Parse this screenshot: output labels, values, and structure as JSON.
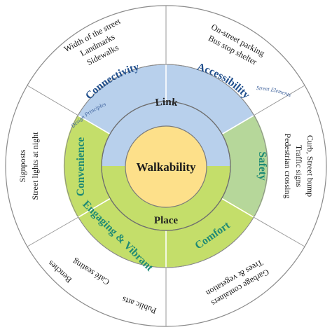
{
  "center": {
    "label": "Walkability"
  },
  "middle_ring": {
    "top_label": "Link",
    "bottom_label": "Place"
  },
  "principles": [
    {
      "key": "connectivity",
      "label": "Connectivity"
    },
    {
      "key": "accessibility",
      "label": "Accessibility"
    },
    {
      "key": "safety",
      "label": "Safety"
    },
    {
      "key": "comfort",
      "label": "Comfort"
    },
    {
      "key": "engaging",
      "label": "Engaging & Vibrant"
    },
    {
      "key": "convenience",
      "label": "Convenience"
    }
  ],
  "ring_tags": {
    "design_principles": "Design Principles",
    "street_elements": "Street Elements"
  },
  "street_elements": {
    "top_left": [
      "Width of the street",
      "Landmarks",
      "Sidewalks"
    ],
    "top_right": [
      "On-street parking",
      "Bus stop shelter"
    ],
    "right": [
      "Curb, Street bump",
      "Traffic signs",
      "Pedestrian crossing"
    ],
    "bottom_right": [
      "Garbage containers",
      "Trees & vegetation"
    ],
    "bottom_left": [
      "Public arts",
      "Café seating",
      "Benches"
    ],
    "left": [
      "Signposts",
      "Street lights at night"
    ]
  },
  "colors": {
    "link_blue": "#b8d0ec",
    "place_green": "#c4de6a",
    "safety_green": "#b6d79a",
    "center_yellow": "#fde08a",
    "principle_text_blue": "#1f4e8c",
    "principle_text_teal": "#1f8a74",
    "outline": "#8a8a8a"
  }
}
